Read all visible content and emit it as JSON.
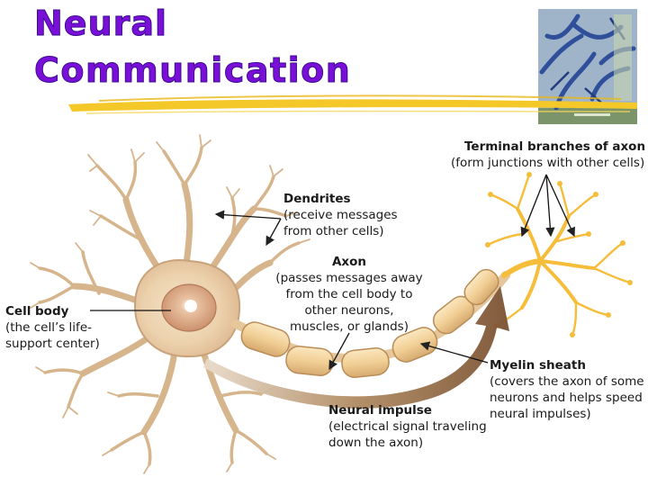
{
  "title": {
    "line1": "Neural",
    "line2": "Communication"
  },
  "labels": {
    "terminal": {
      "head": "Terminal branches of axon",
      "desc": [
        "(form junctions with other cells)"
      ]
    },
    "dendrites": {
      "head": "Dendrites",
      "desc": [
        "(receive messages",
        "from other cells)"
      ]
    },
    "axon": {
      "head": "Axon",
      "desc": [
        "(passes messages away",
        "from the cell body to",
        "other neurons,",
        "muscles, or glands)"
      ]
    },
    "cell_body": {
      "head": "Cell body",
      "desc": [
        "(the cell’s life-",
        "support center)"
      ]
    },
    "myelin": {
      "head": "Myelin sheath",
      "desc": [
        "(covers the axon of some",
        "neurons and helps speed",
        "neural impulses)"
      ]
    },
    "impulse": {
      "head": "Neural impulse",
      "desc": [
        "(electrical signal traveling",
        "down the axon)"
      ]
    }
  },
  "colors": {
    "title": "#7a10d8",
    "title_outline": "#3a0d8f",
    "underline": "#f0c020",
    "cell": "#efd9b6",
    "cell_edge": "#c8a27a",
    "nucleus": "#d9a07a",
    "myelin": "#f3d49a",
    "terminal": "#f6c243",
    "arrow": "#8a6242"
  }
}
